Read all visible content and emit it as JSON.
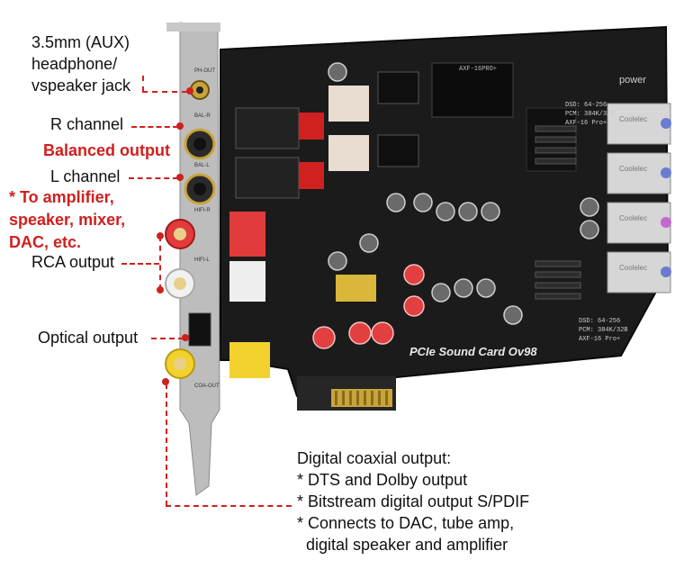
{
  "labels": {
    "aux_line1": "3.5mm (AUX)",
    "aux_line2": "headphone/",
    "aux_line3": "vspeaker jack",
    "r_channel": "R channel",
    "balanced": "Balanced output",
    "l_channel": "L channel",
    "amp_line1": "* To amplifier,",
    "amp_line2": "speaker, mixer,",
    "amp_line3": "DAC, etc.",
    "rca": "RCA output",
    "optical": "Optical output"
  },
  "coax": {
    "title": "Digital coaxial output:",
    "items": [
      "* DTS and Dolby output",
      "* Bitstream digital output S/PDIF",
      "* Connects to DAC, tube amp,",
      "  digital speaker and amplifier"
    ]
  },
  "board_text": {
    "product": "PCIe Sound Card Ov98",
    "power": "power",
    "spec1": "DSD: 64-256",
    "spec2": "PCM: 384K/32B",
    "spec3": "AXF-16 Pro+",
    "chip": "AXF-16PRO+",
    "bracket1": "PH-OUT",
    "bracket2": "BAL-R",
    "bracket3": "BAL-L",
    "bracket4": "HIFI-R",
    "bracket5": "HIFI-L",
    "bracket6": "COA-OUT",
    "coolelec": "Coolelec"
  },
  "colors": {
    "accent": "#d0201e",
    "board": "#1a1a1a",
    "bracket": "#b8b8b8"
  }
}
